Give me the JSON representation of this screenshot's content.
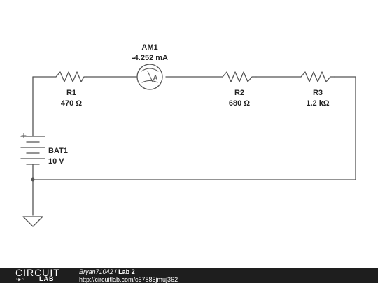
{
  "components": {
    "ammeter": {
      "name": "AM1",
      "reading": "-4.252 mA",
      "symbol": "A"
    },
    "r1": {
      "name": "R1",
      "value": "470 Ω"
    },
    "r2": {
      "name": "R2",
      "value": "680 Ω"
    },
    "r3": {
      "name": "R3",
      "value": "1.2 kΩ"
    },
    "battery": {
      "name": "BAT1",
      "value": "10 V",
      "polarity": "+"
    }
  },
  "footer": {
    "logo_top": "CIRCUIT",
    "logo_symbol": "◦▶◦",
    "logo_bottom": "LAB",
    "author": "Bryan71042",
    "separator": " / ",
    "title": "Lab 2",
    "url": "http://circuitlab.com/c67885jmuj362"
  },
  "colors": {
    "wire": "#555555",
    "footer_bg": "#1e1e1e"
  }
}
